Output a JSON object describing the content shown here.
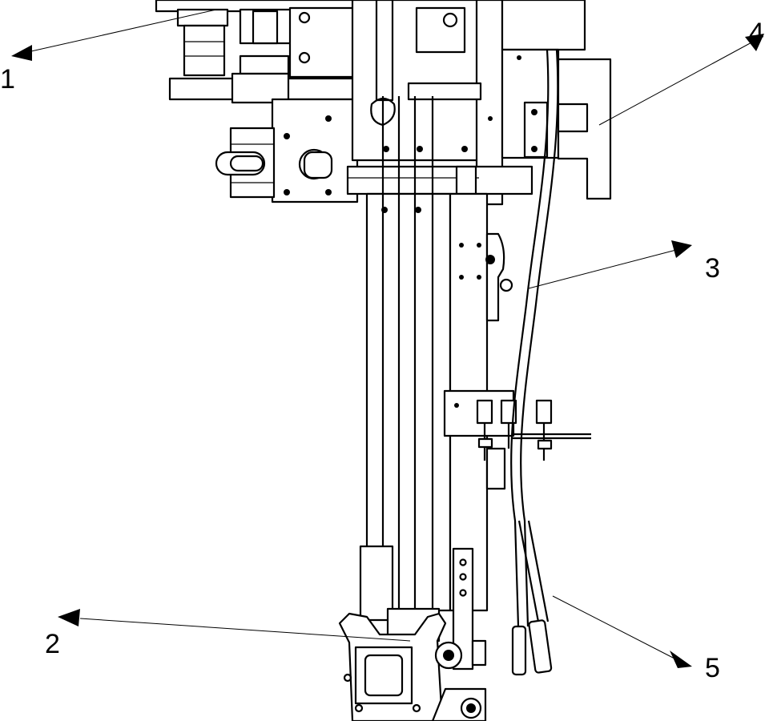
{
  "callouts": {
    "c1": {
      "label": "1"
    },
    "c2": {
      "label": "2"
    },
    "c3": {
      "label": "3"
    },
    "c4": {
      "label": "4"
    },
    "c5": {
      "label": "5"
    }
  },
  "colors": {
    "ink": "#000000",
    "paper": "#ffffff"
  }
}
